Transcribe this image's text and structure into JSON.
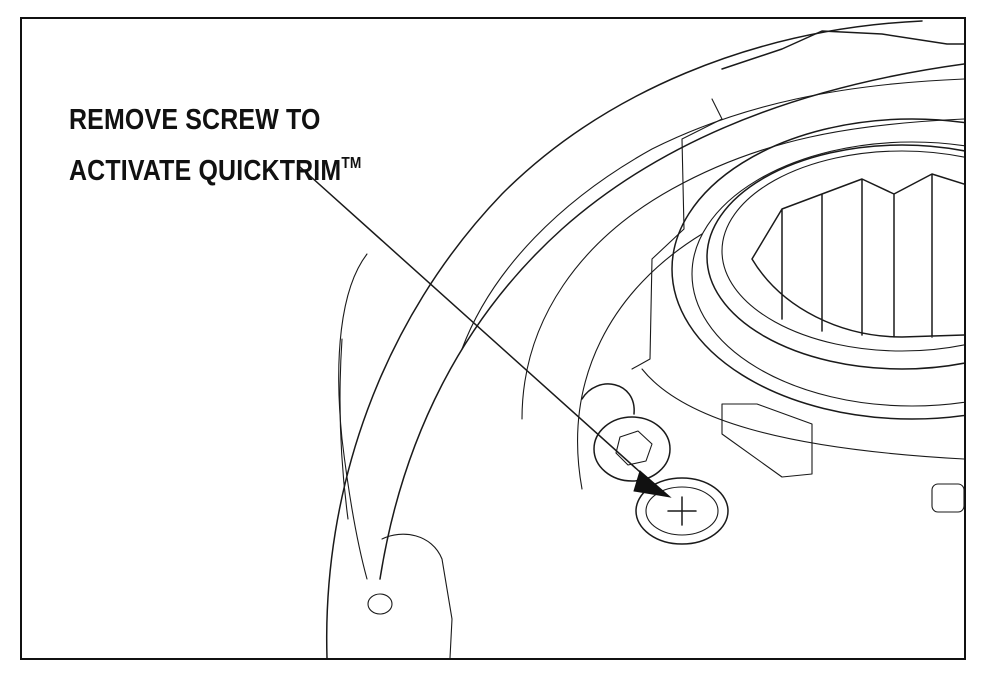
{
  "callout": {
    "line1": "REMOVE SCREW TO",
    "line2": "ACTIVATE QUICKTRIM",
    "trademark": "TM"
  },
  "colors": {
    "ink": "#111111",
    "paper": "#ffffff"
  },
  "icons": [
    "phillips-screw-icon",
    "hex-socket-bolt-icon",
    "leader-arrow-icon"
  ]
}
